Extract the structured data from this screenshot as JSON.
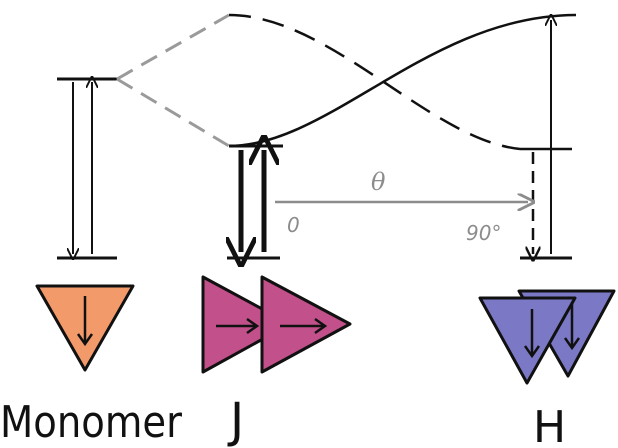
{
  "diagram": {
    "angle_symbol": "θ",
    "angle_start": "0",
    "angle_end": "90°",
    "labels": {
      "monomer": "Monomer",
      "j": "J",
      "h": "H"
    },
    "colors": {
      "monomer": "#f39a6b",
      "j": "#c2508a",
      "h": "#7b79c6",
      "guide": "#9a9a9a",
      "line": "#111111"
    }
  }
}
